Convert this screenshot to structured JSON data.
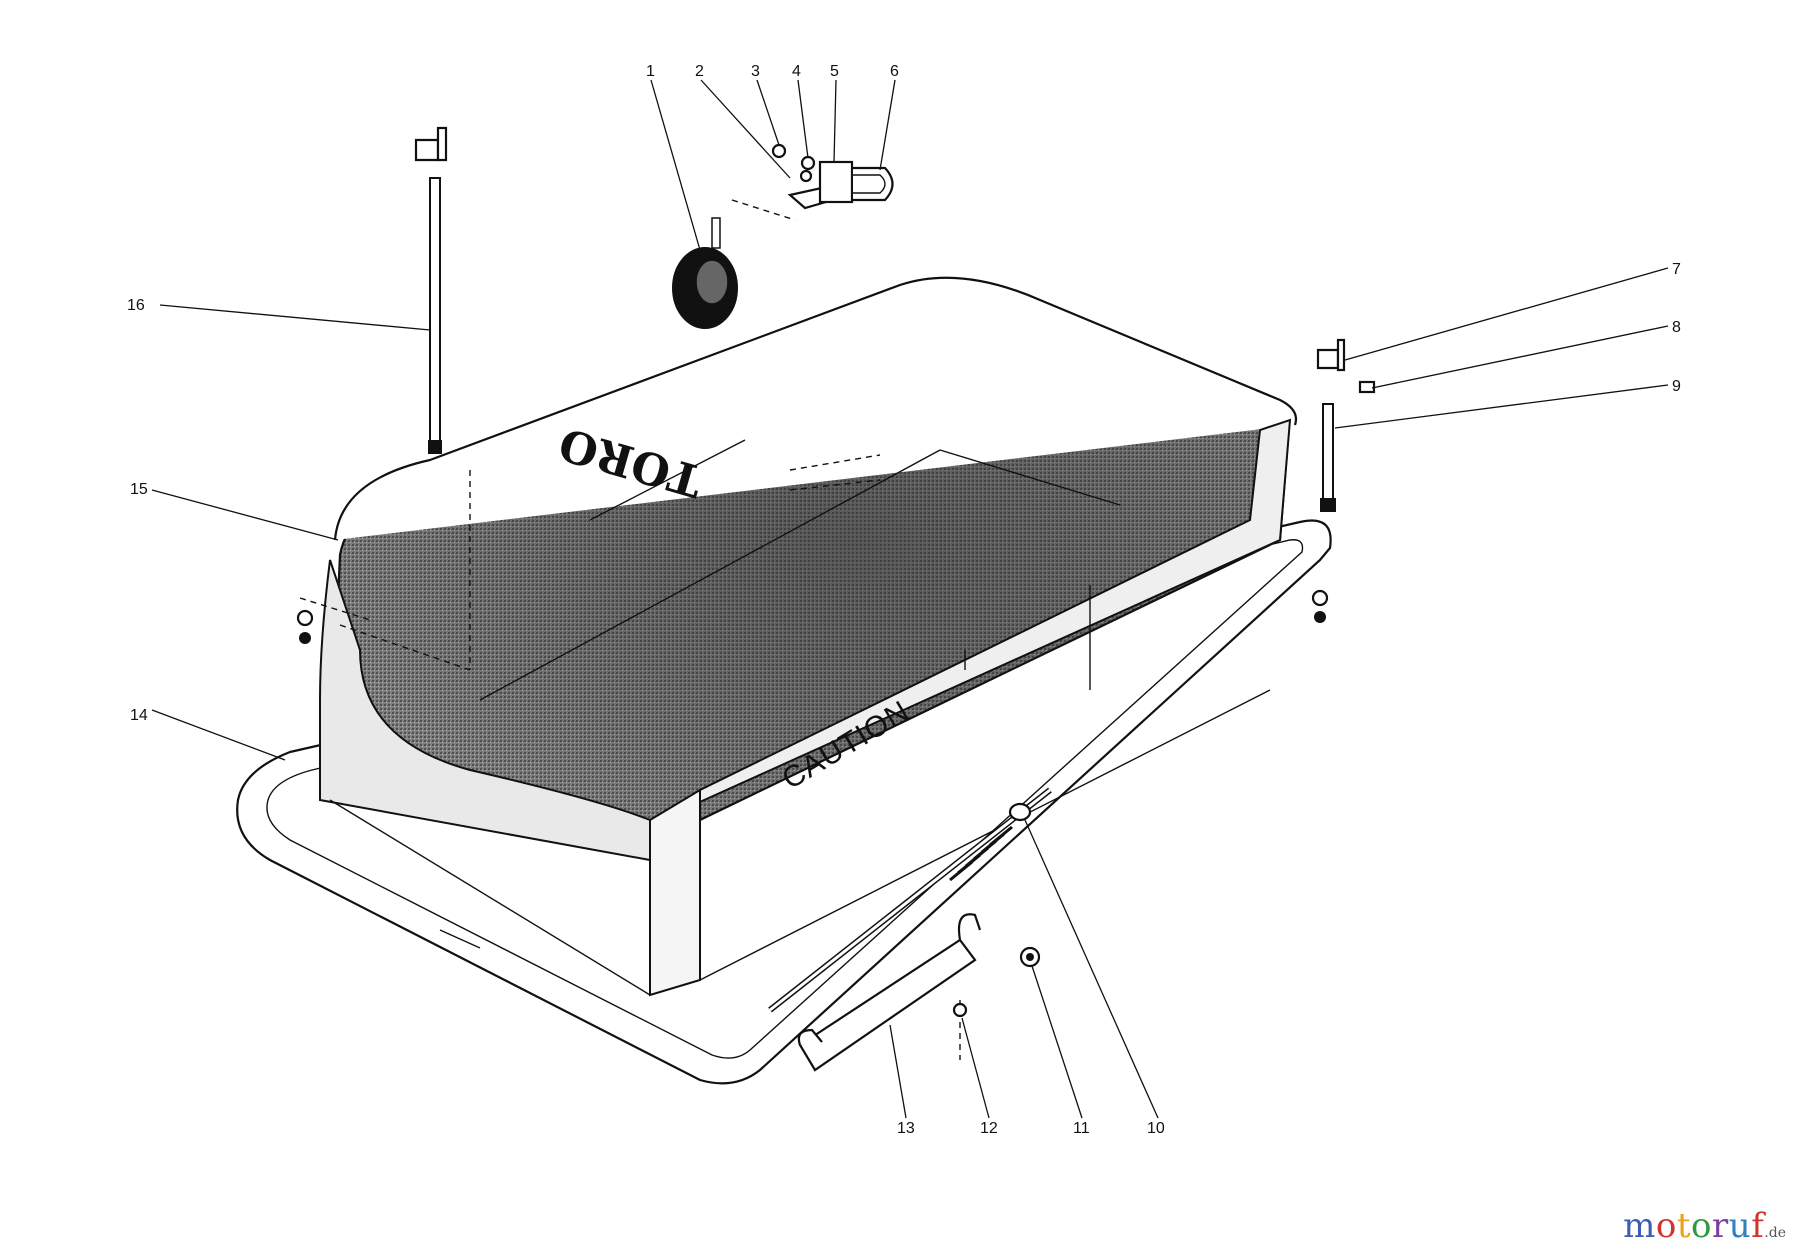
{
  "diagram": {
    "callouts": [
      "1",
      "2",
      "3",
      "4",
      "5",
      "6",
      "7",
      "8",
      "9",
      "10",
      "11",
      "12",
      "13",
      "14",
      "15",
      "16"
    ],
    "bag_label": "CAUTION",
    "brand_mark": "TORO"
  },
  "watermark": {
    "text": "motoruf",
    "suffix": ".de",
    "colors": [
      "#3b5bb5",
      "#d0342c",
      "#e8a21a",
      "#2f9a3e",
      "#7a3fa0",
      "#2f7fc1",
      "#d0342c"
    ]
  }
}
